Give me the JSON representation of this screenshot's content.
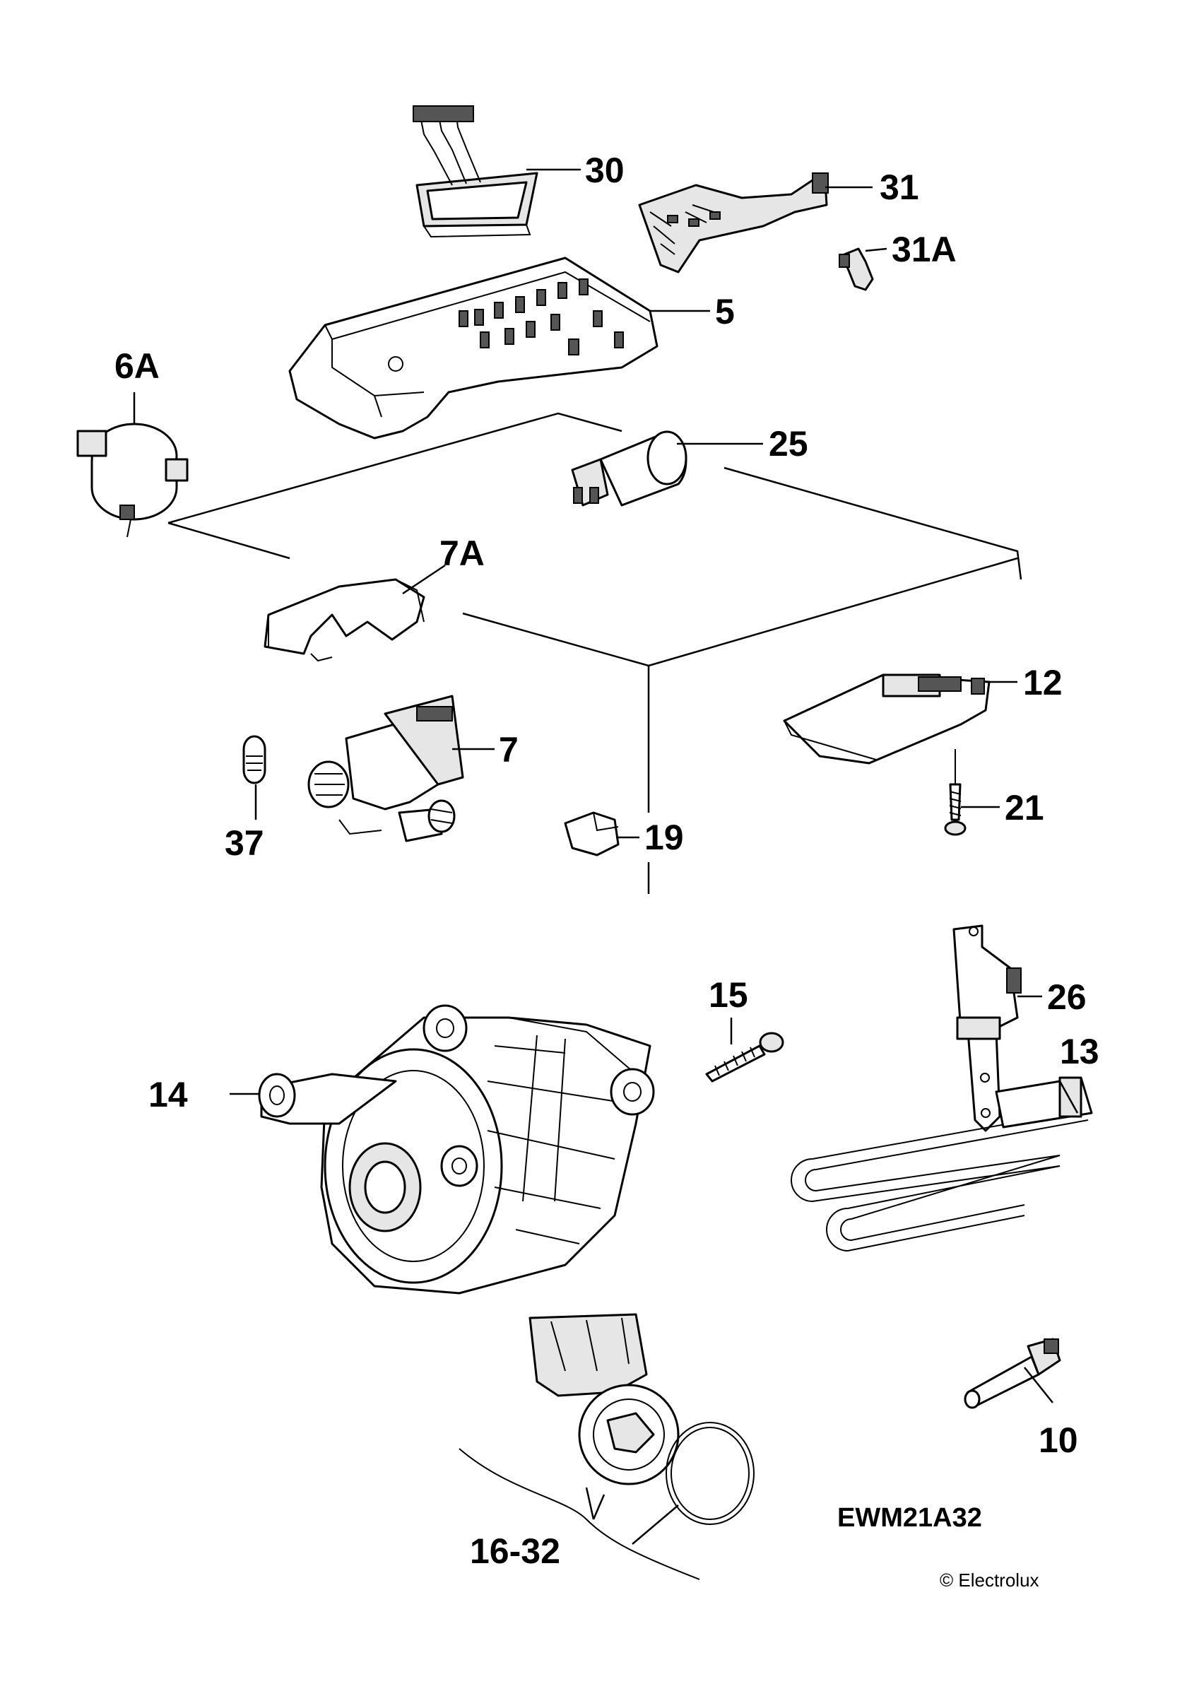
{
  "parts": [
    {
      "id": "30",
      "label": "30"
    },
    {
      "id": "31",
      "label": "31"
    },
    {
      "id": "31A",
      "label": "31A"
    },
    {
      "id": "5",
      "label": "5"
    },
    {
      "id": "6A",
      "label": "6A"
    },
    {
      "id": "25",
      "label": "25"
    },
    {
      "id": "7A",
      "label": "7A"
    },
    {
      "id": "12",
      "label": "12"
    },
    {
      "id": "7",
      "label": "7"
    },
    {
      "id": "21",
      "label": "21"
    },
    {
      "id": "37",
      "label": "37"
    },
    {
      "id": "19",
      "label": "19"
    },
    {
      "id": "15",
      "label": "15"
    },
    {
      "id": "26",
      "label": "26"
    },
    {
      "id": "14",
      "label": "14"
    },
    {
      "id": "13",
      "label": "13"
    },
    {
      "id": "10",
      "label": "10"
    },
    {
      "id": "16-32",
      "label": "16-32"
    }
  ],
  "model_code": "EWM21A32",
  "copyright": "© Electrolux"
}
